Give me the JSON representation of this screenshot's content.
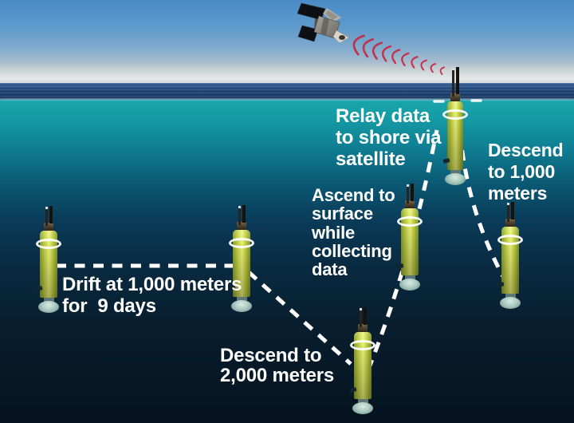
{
  "diagram": {
    "labels": {
      "relay": "Relay data\nto shore via\nsatellite",
      "descend_1000": "Descend\nto 1,000\nmeters",
      "ascend": "Ascend to\nsurface\nwhile\ncollecting\ndata",
      "drift": "Drift at 1,000 meters\nfor  9 days",
      "descend_2000": "Descend to\n2,000 meters"
    },
    "colors": {
      "sky_top": "#4a8bc7",
      "sea_surface_band": "#1c3f6c",
      "water_shallow": "#19a6ad",
      "water_deep": "#061320",
      "float_body": "#d8e658",
      "float_foot": "#abcbc2",
      "signal_waves": "#c42743",
      "path_dashes": "#ffffff",
      "label_text": "#ffffff"
    },
    "icons": {
      "satellite": "satellite-icon",
      "float": "argo-float-icon",
      "signal": "signal-waves-icon"
    }
  }
}
